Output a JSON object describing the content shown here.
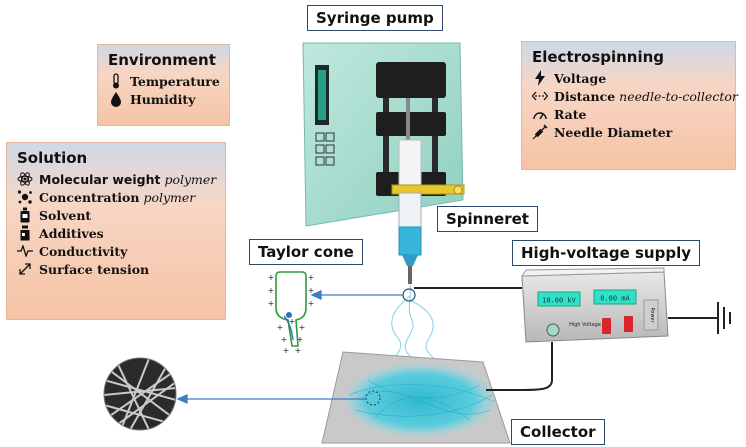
{
  "labels": {
    "syringe_pump": "Syringe pump",
    "spinneret": "Spinneret",
    "taylor_cone": "Taylor cone",
    "high_voltage_supply": "High-voltage supply",
    "collector": "Collector"
  },
  "environment": {
    "title": "Environment",
    "items": [
      {
        "label": "Temperature",
        "icon": "thermometer-icon"
      },
      {
        "label": "Humidity",
        "icon": "droplet-icon"
      }
    ]
  },
  "electrospinning": {
    "title": "Electrospinning",
    "items": [
      {
        "label": "Voltage",
        "qualifier": "",
        "icon": "lightning-icon"
      },
      {
        "label": "Distance",
        "qualifier": "needle-to-collector",
        "icon": "distance-arrows-icon"
      },
      {
        "label": "Rate",
        "qualifier": "",
        "icon": "gauge-icon"
      },
      {
        "label": "Needle Diameter",
        "qualifier": "",
        "icon": "syringe-icon"
      }
    ]
  },
  "solution": {
    "title": "Solution",
    "items": [
      {
        "label": "Molecular weight",
        "qualifier": "polymer",
        "icon": "atom-icon"
      },
      {
        "label": "Concentration",
        "qualifier": "polymer",
        "icon": "particles-icon"
      },
      {
        "label": "Solvent",
        "qualifier": "",
        "icon": "bottle-icon"
      },
      {
        "label": "Additives",
        "qualifier": "",
        "icon": "jar-icon"
      },
      {
        "label": "Conductivity",
        "qualifier": "",
        "icon": "pulse-icon"
      },
      {
        "label": "Surface tension",
        "qualifier": "",
        "icon": "diagonal-arrow-icon"
      }
    ]
  },
  "supply_display": {
    "left_readout": "10.00 kV",
    "right_readout": "0.00 mA",
    "button_label": "High Voltage",
    "side_label": "Power"
  },
  "colors": {
    "pump_body": "#a7ddd0",
    "fiber": "#33c3d8",
    "arrow": "#3e7cc6",
    "label_border": "#2f4a6e",
    "panel_top": "#cfd8e6",
    "panel_bottom": "#f6c3a6",
    "display": "#32e0c8",
    "switch_red": "#d8262b"
  }
}
